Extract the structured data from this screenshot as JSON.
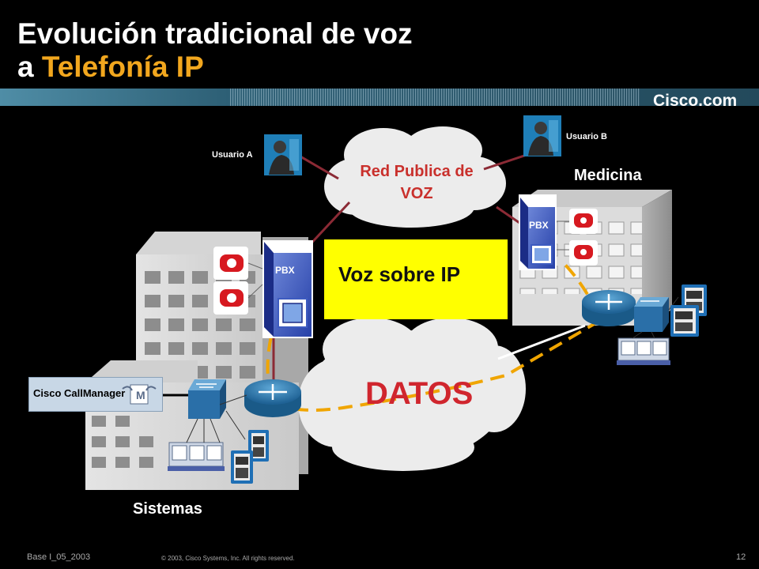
{
  "slide": {
    "title_line1": "Evolución tradicional de voz",
    "title_line2_prefix": "a ",
    "title_line2_highlight": "Telefonía IP",
    "brand": "Cisco.com"
  },
  "diagram": {
    "user_a": "Usuario A",
    "user_b": "Usuario B",
    "cloud_voice_line1": "Red Publica de",
    "cloud_voice_line2": "VOZ",
    "voip_box": "Voz sobre IP",
    "cloud_data": "DATOS",
    "pbx_left": "PBX",
    "pbx_right": "PBX",
    "building_right": "Medicina",
    "building_left": "Sistemas",
    "callmanager": "Cisco CallManager",
    "callmanager_icon_letter": "M"
  },
  "footer": {
    "left": "Base I_05_2003",
    "copyright": "© 2003, Cisco Systems, Inc. All rights reserved.",
    "page": "12"
  },
  "colors": {
    "title_highlight": "#f2a71e",
    "voice_cloud_text": "#c9302c",
    "data_cloud_text": "#d0262e",
    "voip_box": "#ffff00",
    "phone_red": "#d71920",
    "dashed_link": "#f0a500"
  },
  "icons": [
    "user-photo-icon",
    "red-phone-icon",
    "pbx-icon",
    "router-icon",
    "switch-icon",
    "ip-phone-icon",
    "server-icon",
    "callmanager-icon"
  ]
}
